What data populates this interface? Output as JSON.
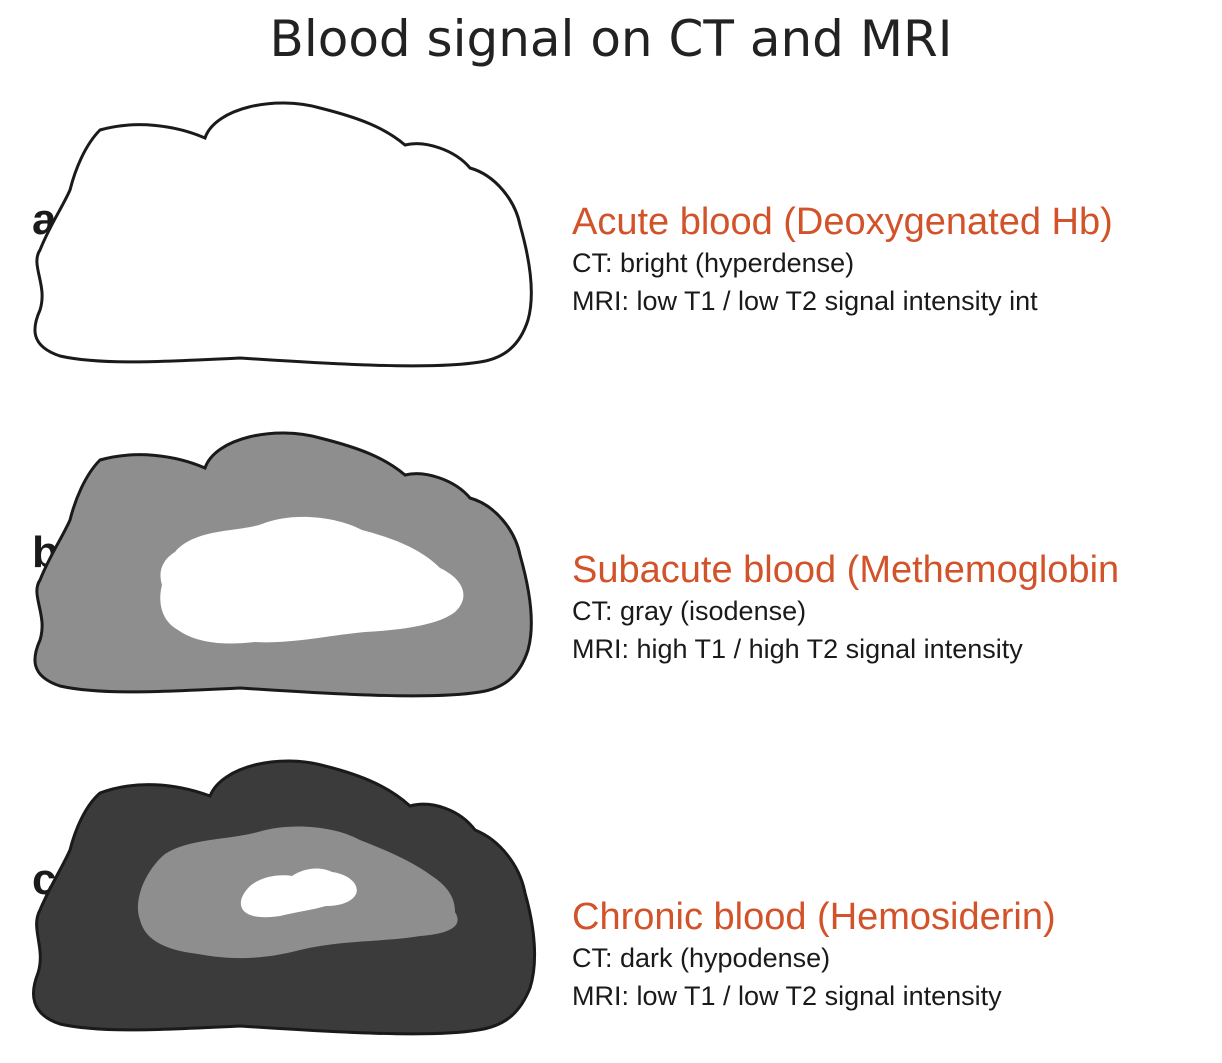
{
  "title": "Blood signal on CT and MRI",
  "colors": {
    "heading": "#d2532a",
    "outline": "#1a1a1a",
    "gray": "#8e8e8e",
    "dark": "#3b3b3b",
    "white": "#ffffff"
  },
  "panels": [
    {
      "letter": "a",
      "heading": "Acute blood (Deoxygenated Hb)",
      "ct": "CT: bright (hyperdense)",
      "mri": "MRI: low T1 / low T2 signal intensity int"
    },
    {
      "letter": "b",
      "heading": "Subacute blood (Methemoglobin",
      "ct": "CT: gray (isodense)",
      "mri": "MRI: high T1 / high T2 signal intensity"
    },
    {
      "letter": "c",
      "heading": "Chronic blood (Hemosiderin)",
      "ct": "CT: dark (hypodense)",
      "mri": "MRI: low T1 / low T2 signal intensity"
    }
  ]
}
